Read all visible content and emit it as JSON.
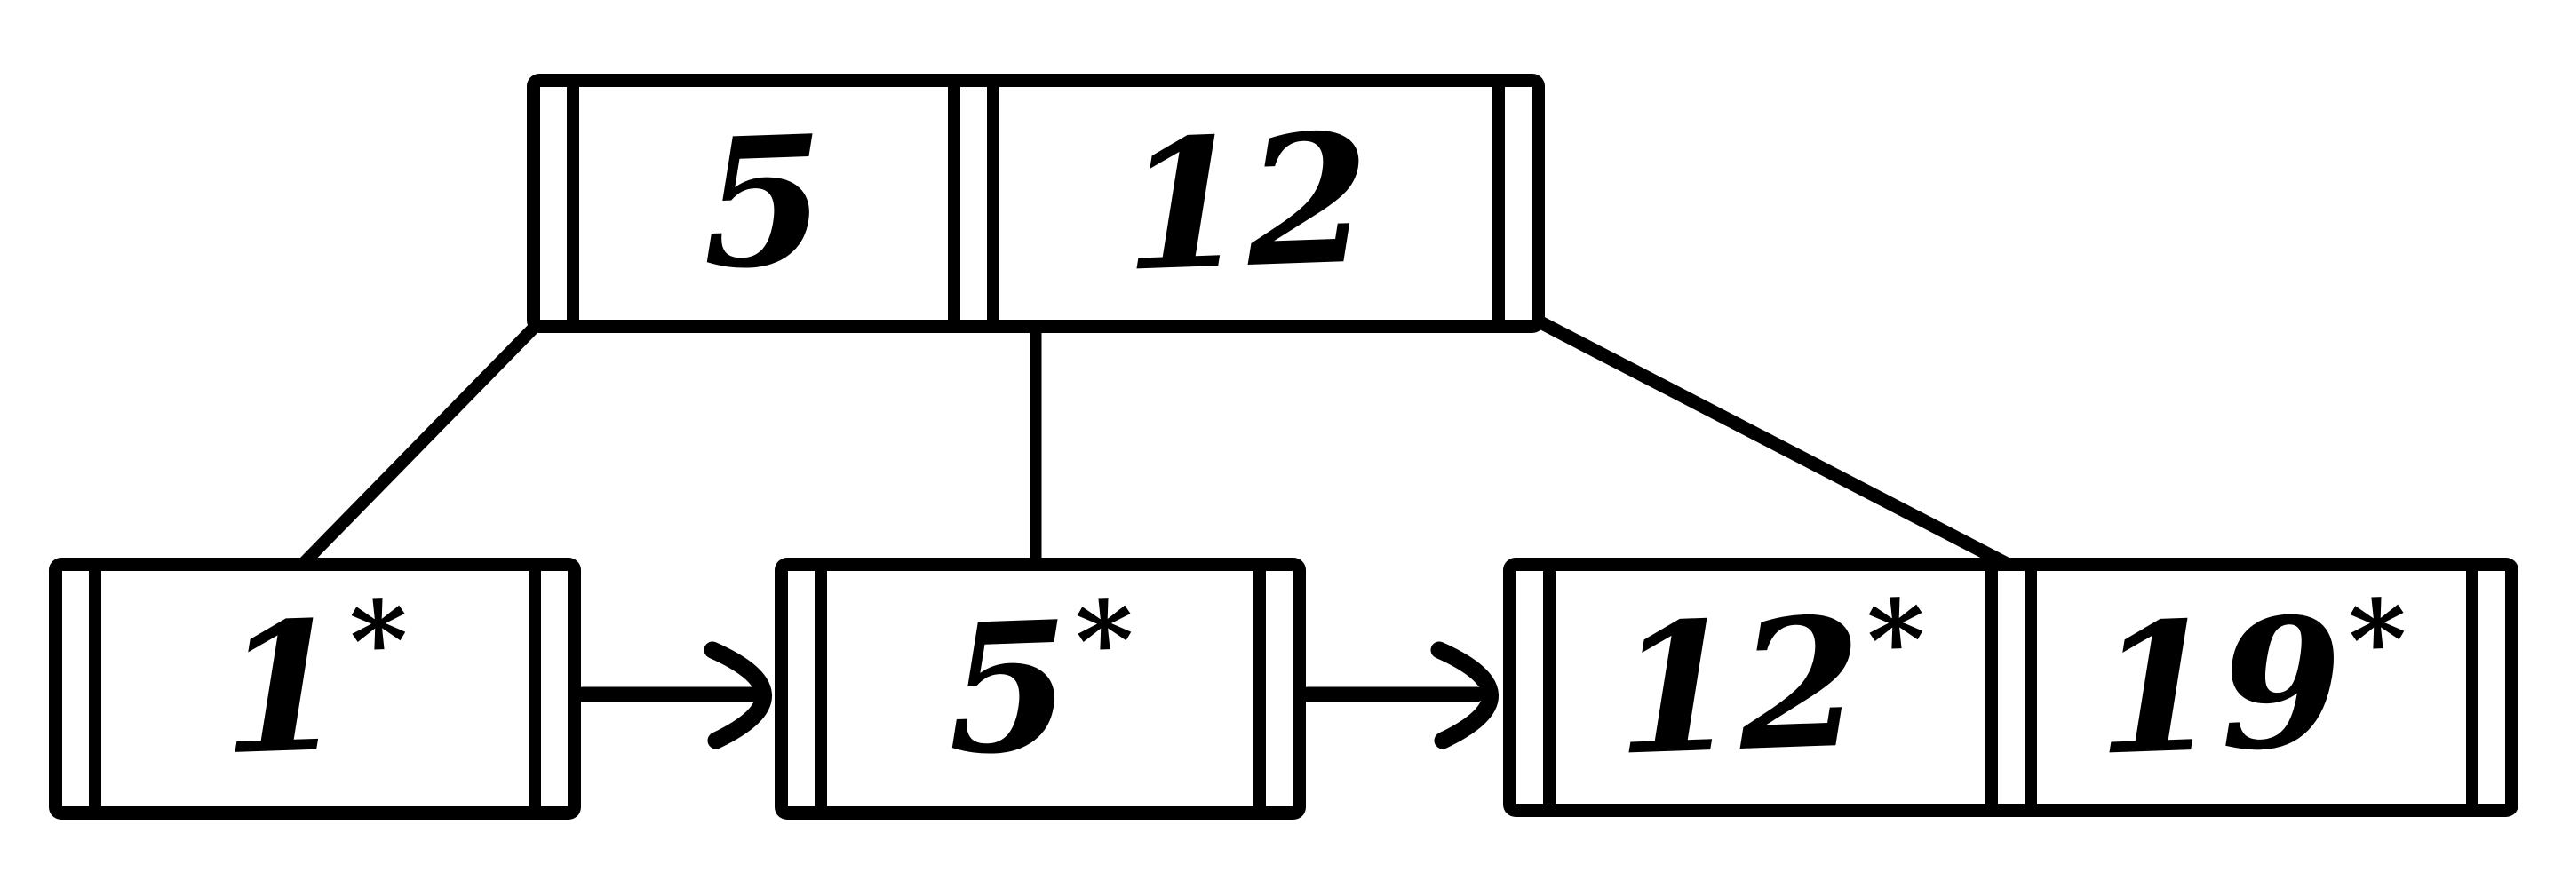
{
  "colors": {
    "ink": "#000000",
    "paper": "#ffffff"
  },
  "nodes": {
    "root": {
      "keys": [
        {
          "text": "5"
        },
        {
          "text": "12"
        }
      ]
    },
    "leaf1": {
      "entries": [
        {
          "num": "1",
          "star": "*"
        }
      ]
    },
    "leaf2": {
      "entries": [
        {
          "num": "5",
          "star": "*"
        }
      ]
    },
    "leaf3": {
      "entries": [
        {
          "num": "12",
          "star": "*"
        },
        {
          "num": "19",
          "star": "*"
        }
      ]
    }
  }
}
